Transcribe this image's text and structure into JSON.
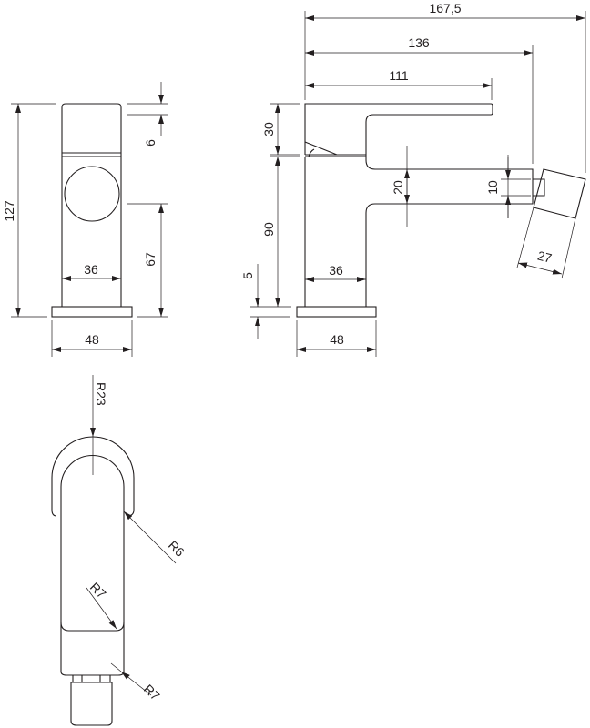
{
  "front_view": {
    "height_total": "127",
    "top_offset": "6",
    "handle_height": "67",
    "body_width": "36",
    "base_width": "48"
  },
  "side_view": {
    "total_reach": "167,5",
    "spout_reach": "136",
    "lever_length": "111",
    "lever_height": "30",
    "body_height": "90",
    "base_thickness": "5",
    "body_width": "36",
    "base_width": "48",
    "spout_thickness": "20",
    "outlet_diameter": "10",
    "aerator_width": "27"
  },
  "top_view": {
    "radius_top": "R23",
    "radius_side": "R6",
    "radius_inner": "R7",
    "radius_bottom": "R7"
  },
  "colors": {
    "line": "#231f20",
    "background": "#ffffff"
  }
}
